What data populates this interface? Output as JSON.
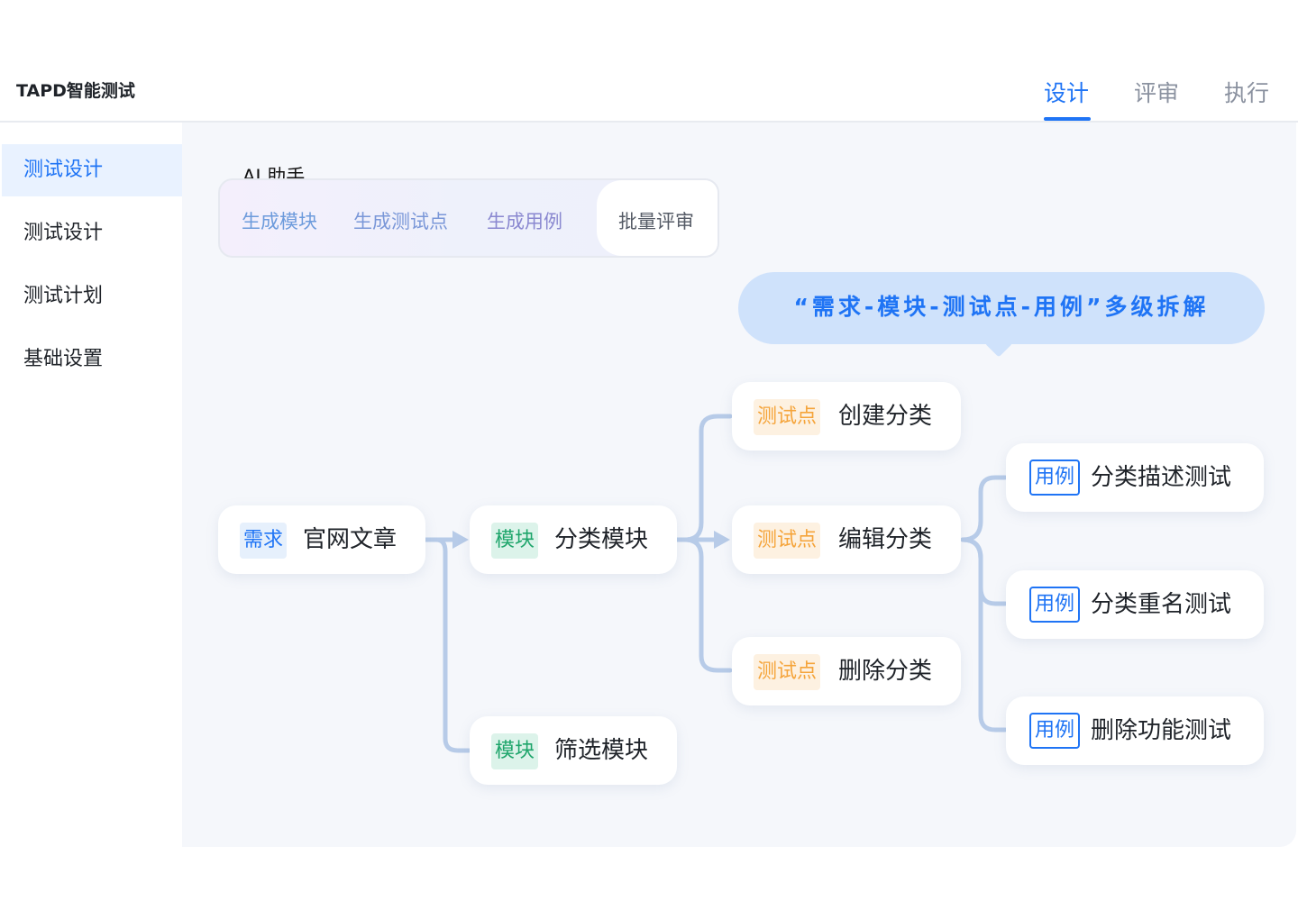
{
  "header": {
    "app_title": "TAPD智能测试",
    "tabs": [
      {
        "label": "设计",
        "active": true
      },
      {
        "label": "评审",
        "active": false
      },
      {
        "label": "执行",
        "active": false
      }
    ]
  },
  "sidebar": {
    "items": [
      {
        "label": "测试设计",
        "active": true
      },
      {
        "label": "测试设计",
        "active": false
      },
      {
        "label": "测试计划",
        "active": false
      },
      {
        "label": "基础设置",
        "active": false
      }
    ]
  },
  "ai_assistant": {
    "title": "AI 助手",
    "actions": [
      "生成模块",
      "生成测试点",
      "生成用例"
    ],
    "review_label": "批量评审"
  },
  "bubble": {
    "text": "“需求-模块-测试点-用例”多级拆解"
  },
  "tree": {
    "requirement": {
      "tag": "需求",
      "label": "官网文章"
    },
    "modules": [
      {
        "tag": "模块",
        "label": "分类模块"
      },
      {
        "tag": "模块",
        "label": "筛选模块"
      }
    ],
    "test_points": [
      {
        "tag": "测试点",
        "label": "创建分类"
      },
      {
        "tag": "测试点",
        "label": "编辑分类"
      },
      {
        "tag": "测试点",
        "label": "删除分类"
      }
    ],
    "cases": [
      {
        "tag": "用例",
        "label": "分类描述测试"
      },
      {
        "tag": "用例",
        "label": "分类重名测试"
      },
      {
        "tag": "用例",
        "label": "删除功能测试"
      }
    ]
  },
  "colors": {
    "accent": "#1f74f5",
    "module_tag": "#1ea56b",
    "test_point_tag": "#f5a43a",
    "connector": "#b7cbe8"
  }
}
